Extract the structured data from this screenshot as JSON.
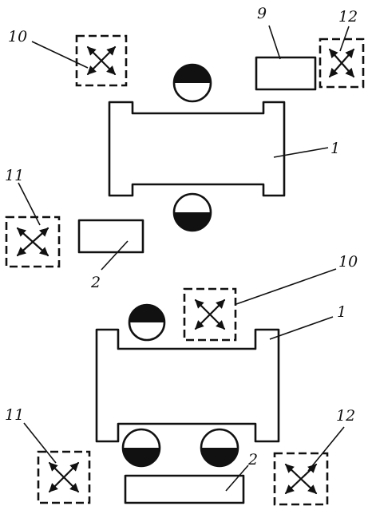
{
  "labels": {
    "a_10": "10",
    "a_9": "9",
    "a_12": "12",
    "a_1": "1",
    "a_11": "11",
    "a_2": "2",
    "b_10": "10",
    "b_1": "1",
    "b_11": "11",
    "b_12": "12",
    "b_2": "2"
  },
  "colors": {
    "ink": "#111111",
    "paper": "#ffffff"
  }
}
